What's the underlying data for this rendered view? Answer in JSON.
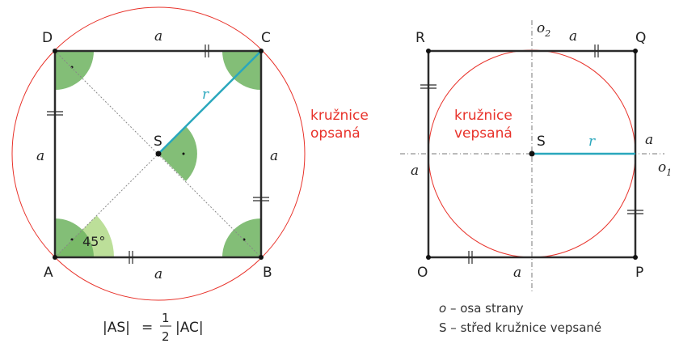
{
  "left": {
    "vertices": {
      "A": "A",
      "B": "B",
      "C": "C",
      "D": "D",
      "S": "S"
    },
    "side_label": "a",
    "radius_label": "r",
    "angle_label": "45°",
    "circle_label_line1": "kružnice",
    "circle_label_line2": "opsaná",
    "formula": {
      "lhs": "|AS|",
      "eq": "=",
      "num": "1",
      "den": "2",
      "rhs": "|AC|"
    }
  },
  "right": {
    "vertices": {
      "O": "O",
      "P": "P",
      "Q": "Q",
      "R": "R",
      "S": "S"
    },
    "side_label": "a",
    "radius_label": "r",
    "axis1": {
      "base": "o",
      "sub": "1"
    },
    "axis2": {
      "base": "o",
      "sub": "2"
    },
    "circle_label_line1": "kružnice",
    "circle_label_line2": "vepsaná",
    "legend": [
      {
        "symbol": "o",
        "text": " – osa strany"
      },
      {
        "symbol": "S",
        "text": " – střed kružnice vepsané"
      }
    ]
  },
  "colors": {
    "circle": "#e8322a",
    "radius": "#2aa7bd",
    "angle_dark": "#6db35f",
    "angle_light": "#b5dc8e",
    "edge": "#2b2b2b"
  }
}
